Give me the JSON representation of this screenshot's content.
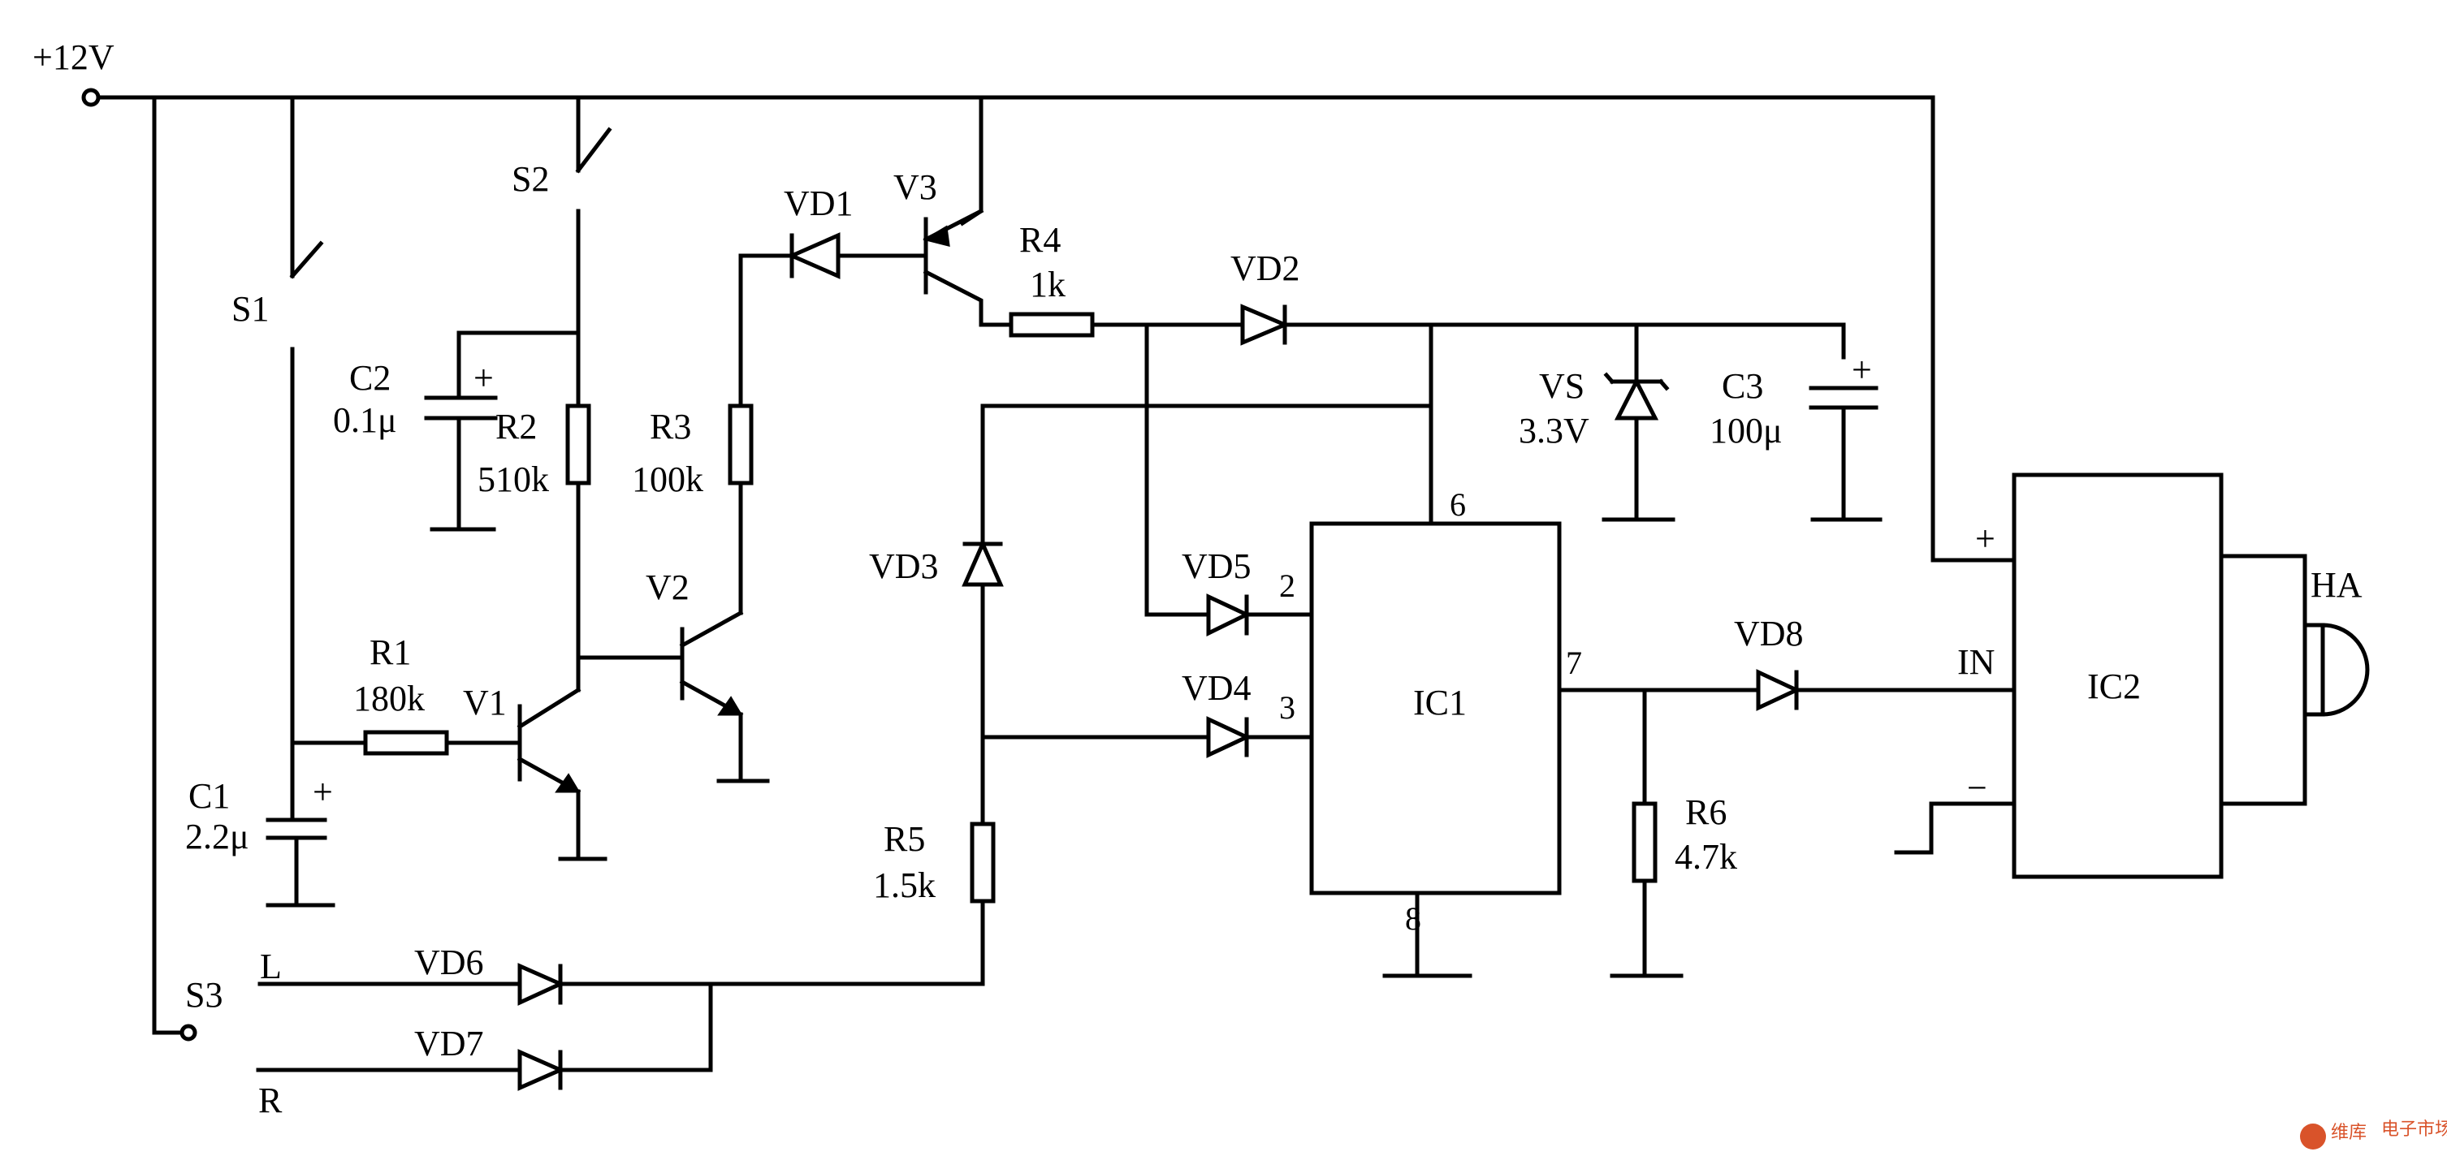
{
  "labels": {
    "supply": "+12V",
    "s1": "S1",
    "s2": "S2",
    "s3": "S3",
    "c1_name": "C1",
    "c1_val": "2.2μ",
    "c2_name": "C2",
    "c2_val": "0.1μ",
    "c3_name": "C3",
    "c3_val": "100μ",
    "r1_name": "R1",
    "r1_val": "180k",
    "r2_name": "R2",
    "r2_val": "510k",
    "r3_name": "R3",
    "r3_val": "100k",
    "r4_name": "R4",
    "r4_val": "1k",
    "r5_name": "R5",
    "r5_val": "1.5k",
    "r6_name": "R6",
    "r6_val": "4.7k",
    "v1": "V1",
    "v2": "V2",
    "v3": "V3",
    "vd1": "VD1",
    "vd2": "VD2",
    "vd3": "VD3",
    "vd4": "VD4",
    "vd5": "VD5",
    "vd6": "VD6",
    "vd7": "VD7",
    "vd8": "VD8",
    "vs_name": "VS",
    "vs_val": "3.3V",
    "ic1": "IC1",
    "ic2": "IC2",
    "ic1_pin2": "2",
    "ic1_pin3": "3",
    "ic1_pin6": "6",
    "ic1_pin7": "7",
    "ic1_pin8": "8",
    "ic2_plus": "+",
    "ic2_minus": "−",
    "ic2_in": "IN",
    "ha": "HA",
    "left": "L",
    "right": "R",
    "cap_plus": "+"
  },
  "watermark": {
    "brand": "维库",
    "brand_sub": "电子市场网"
  }
}
